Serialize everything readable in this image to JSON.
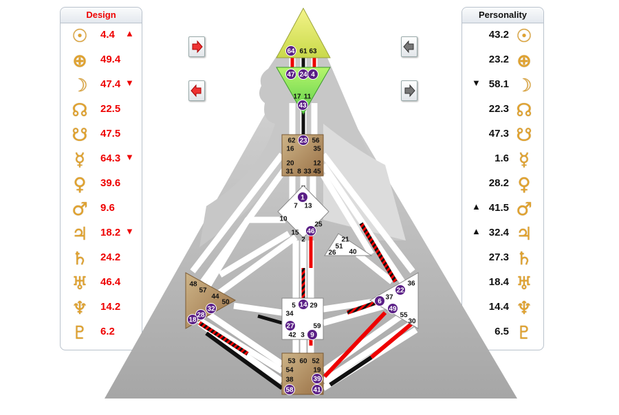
{
  "design": {
    "title": "Design",
    "rows": [
      {
        "icon": "sun-icon",
        "glyph": "☉",
        "value": "4.4",
        "arrow": "▲"
      },
      {
        "icon": "earth-icon",
        "glyph": "⊕",
        "value": "49.4",
        "arrow": ""
      },
      {
        "icon": "moon-icon",
        "glyph": "☽",
        "value": "47.4",
        "arrow": "▼"
      },
      {
        "icon": "north-node-icon",
        "glyph": "☊",
        "value": "22.5",
        "arrow": ""
      },
      {
        "icon": "south-node-icon",
        "glyph": "☋",
        "value": "47.5",
        "arrow": ""
      },
      {
        "icon": "mercury-icon",
        "glyph": "☿",
        "value": "64.3",
        "arrow": "▼"
      },
      {
        "icon": "venus-icon",
        "glyph": "♀",
        "value": "39.6",
        "arrow": ""
      },
      {
        "icon": "mars-icon",
        "glyph": "♂",
        "value": "9.6",
        "arrow": ""
      },
      {
        "icon": "jupiter-icon",
        "glyph": "♃",
        "value": "18.2",
        "arrow": "▼"
      },
      {
        "icon": "saturn-icon",
        "glyph": "♄",
        "value": "24.2",
        "arrow": ""
      },
      {
        "icon": "uranus-icon",
        "glyph": "♅",
        "value": "46.4",
        "arrow": ""
      },
      {
        "icon": "neptune-icon",
        "glyph": "♆",
        "value": "14.2",
        "arrow": ""
      },
      {
        "icon": "pluto-icon",
        "glyph": "♇",
        "value": "6.2",
        "arrow": ""
      }
    ]
  },
  "personality": {
    "title": "Personality",
    "rows": [
      {
        "icon": "sun-icon",
        "glyph": "☉",
        "value": "43.2",
        "arrow": ""
      },
      {
        "icon": "earth-icon",
        "glyph": "⊕",
        "value": "23.2",
        "arrow": ""
      },
      {
        "icon": "moon-icon",
        "glyph": "☽",
        "value": "58.1",
        "arrow": "▼"
      },
      {
        "icon": "north-node-icon",
        "glyph": "☊",
        "value": "22.3",
        "arrow": ""
      },
      {
        "icon": "south-node-icon",
        "glyph": "☋",
        "value": "47.3",
        "arrow": ""
      },
      {
        "icon": "mercury-icon",
        "glyph": "☿",
        "value": "1.6",
        "arrow": ""
      },
      {
        "icon": "venus-icon",
        "glyph": "♀",
        "value": "28.2",
        "arrow": ""
      },
      {
        "icon": "mars-icon",
        "glyph": "♂",
        "value": "41.5",
        "arrow": "▲"
      },
      {
        "icon": "jupiter-icon",
        "glyph": "♃",
        "value": "32.4",
        "arrow": "▲"
      },
      {
        "icon": "saturn-icon",
        "glyph": "♄",
        "value": "27.3",
        "arrow": ""
      },
      {
        "icon": "uranus-icon",
        "glyph": "♅",
        "value": "18.4",
        "arrow": ""
      },
      {
        "icon": "neptune-icon",
        "glyph": "♆",
        "value": "14.4",
        "arrow": ""
      },
      {
        "icon": "pluto-icon",
        "glyph": "♇",
        "value": "6.5",
        "arrow": ""
      }
    ]
  },
  "nav": {
    "design_next": "design-next-button",
    "design_prev": "design-prev-button",
    "personality_prev": "personality-prev-button",
    "personality_next": "personality-next-button"
  },
  "colors": {
    "design": "#e00000",
    "personality": "#111111",
    "planet_glyph": "#e1a22e",
    "head_center": "#e8f26a",
    "ajna_center": "#9cf25c",
    "brown_center": "#b08a5a",
    "gate_badge": "#5a1f86"
  },
  "bodygraph": {
    "gates": {
      "g64": "64",
      "g61": "61",
      "g63": "63",
      "g47": "47",
      "g24": "24",
      "g4": "4",
      "g17": "17",
      "g11": "11",
      "g43": "43",
      "g62": "62",
      "g23": "23",
      "g56": "56",
      "g16": "16",
      "g35": "35",
      "g20": "20",
      "g12": "12",
      "g31": "31",
      "g8": "8",
      "g33": "33",
      "g45": "45",
      "g1": "1",
      "g7": "7",
      "g13": "13",
      "g10": "10",
      "g25": "25",
      "g15": "15",
      "g46": "46",
      "g2": "2",
      "g21": "21",
      "g51": "51",
      "g26": "26",
      "g40": "40",
      "g48": "48",
      "g57": "57",
      "g44": "44",
      "g50": "50",
      "g32": "32",
      "g28": "28",
      "g18": "18",
      "g5": "5",
      "g14": "14",
      "g29": "29",
      "g34": "34",
      "g27": "27",
      "g59": "59",
      "g42": "42",
      "g3": "3",
      "g9": "9",
      "g36": "36",
      "g37": "37",
      "g22": "22",
      "g6": "6",
      "g49": "49",
      "g55": "55",
      "g30": "30",
      "g53": "53",
      "g60": "60",
      "g52": "52",
      "g54": "54",
      "g19": "19",
      "g38": "38",
      "g39": "39",
      "g58": "58",
      "g41": "41"
    }
  }
}
